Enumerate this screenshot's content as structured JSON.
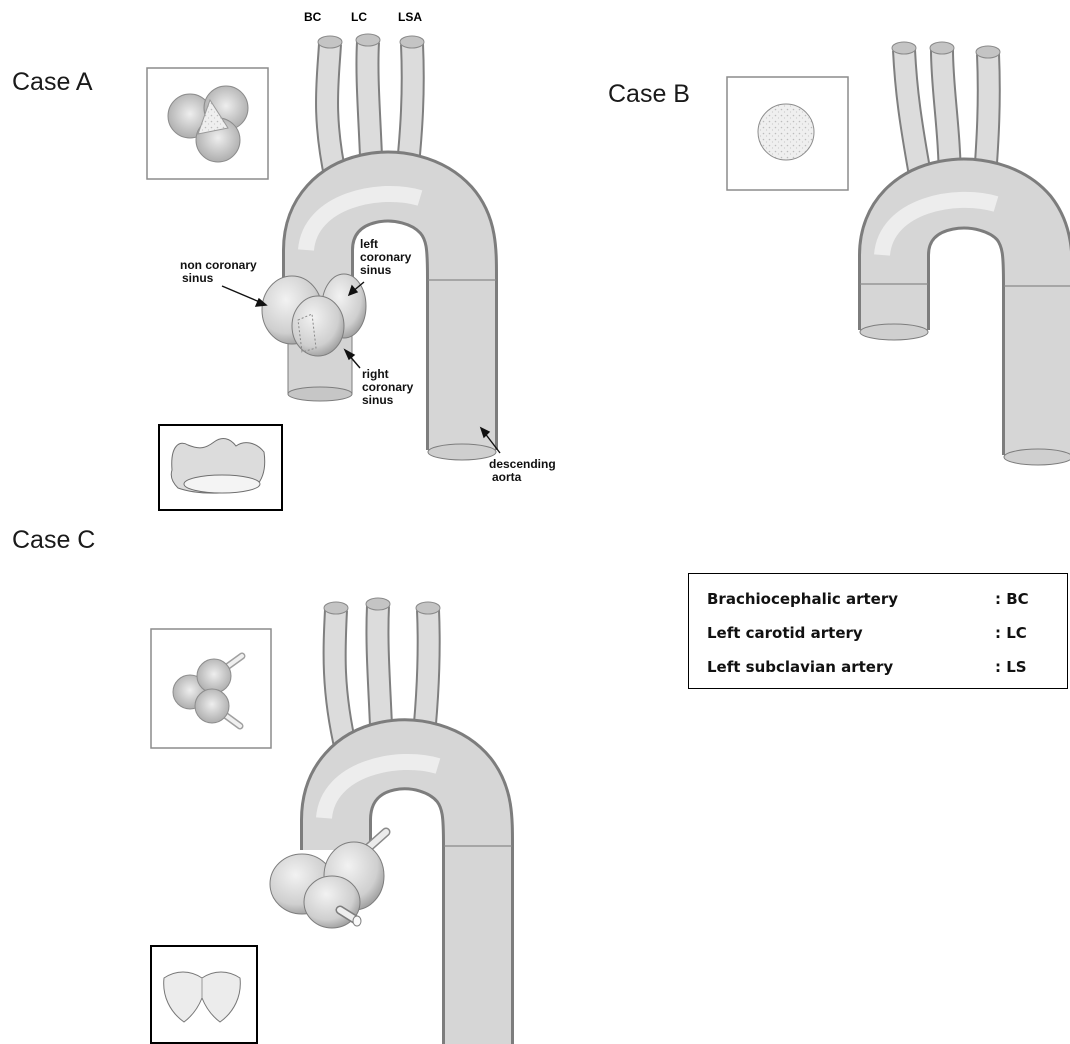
{
  "cases": {
    "a": {
      "label": "Case A"
    },
    "b": {
      "label": "Case B"
    },
    "c": {
      "label": "Case C"
    }
  },
  "branch_labels": [
    "BC",
    "LC",
    "LSA"
  ],
  "annotations": {
    "non_coronary": [
      "non coronary",
      "sinus"
    ],
    "left_coronary": [
      "left",
      "coronary",
      "sinus"
    ],
    "right_coronary": [
      "right",
      "coronary",
      "sinus"
    ],
    "descending_aorta": [
      "descending",
      "aorta"
    ]
  },
  "legend": [
    {
      "term": "Brachiocephalic artery",
      "abbr": ": BC"
    },
    {
      "term": "Left carotid artery",
      "abbr": ": LC"
    },
    {
      "term": "Left subclavian artery",
      "abbr": ": LS"
    }
  ],
  "colors": {
    "surface": "#d4d4d4",
    "outline": "#7a7a7a",
    "frame": "#8c8c8c"
  }
}
